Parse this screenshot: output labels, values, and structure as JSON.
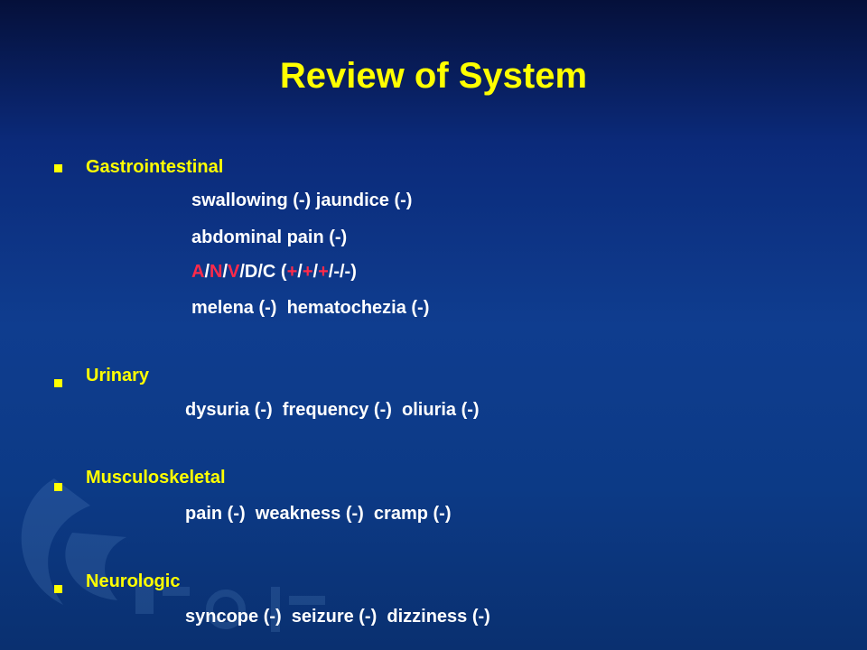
{
  "slide": {
    "title": "Review of System",
    "sections": [
      {
        "heading": "Gastrointestinal",
        "lines": [
          "swallowing (-) jaundice (-)",
          "abdominal pain (-)",
          "A/N/V/D/C (+/+/+/-/-)",
          "melena (-)  hematochezia (-)"
        ]
      },
      {
        "heading": "Urinary",
        "lines": [
          "dysuria (-)  frequency (-)  oliuria (-)"
        ]
      },
      {
        "heading": "Musculoskeletal",
        "lines": [
          "pain (-)  weakness (-)  cramp (-)"
        ]
      },
      {
        "heading": "Neurologic",
        "lines": [
          "syncope (-)  seizure (-)  dizziness (-)"
        ]
      }
    ],
    "anvdc_parts": [
      "A",
      "/",
      "N",
      "/",
      "V",
      "/D/C (",
      "+",
      "/",
      "+",
      "/",
      "+",
      "/-/-)"
    ],
    "colors": {
      "title": "#ffff00",
      "heading": "#ffff00",
      "text": "#ffffff",
      "highlight": "#ff2a4a",
      "background": "#0f3d8f"
    }
  }
}
